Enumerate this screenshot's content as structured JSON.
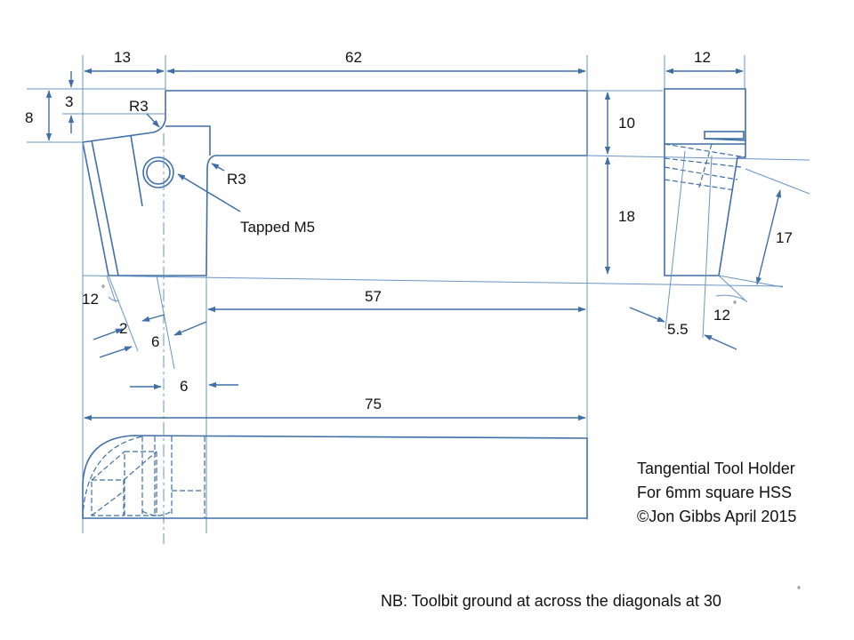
{
  "colors": {
    "line": "#3f6fa8",
    "thin": "#6a94c4",
    "text": "#111111",
    "background": "#ffffff"
  },
  "dimensions": {
    "d13": "13",
    "d62": "62",
    "d12": "12",
    "d3": "3",
    "d8": "8",
    "r3_top": "R3",
    "r3_inner": "R3",
    "d10": "10",
    "d18": "18",
    "d17": "17",
    "tapped": "Tapped M5",
    "d57": "57",
    "d2": "2",
    "d6a": "6",
    "d6b": "6",
    "d75": "75",
    "angle_left": "12",
    "angle_right": "12",
    "d5_5": "5.5",
    "degree_symbol": "°"
  },
  "title_block": {
    "line1": "Tangential Tool Holder",
    "line2": "For 6mm square HSS",
    "line3": "©Jon Gibbs April 2015"
  },
  "note": {
    "text": "NB: Toolbit ground at across the diagonals at 30",
    "degree": "°"
  }
}
